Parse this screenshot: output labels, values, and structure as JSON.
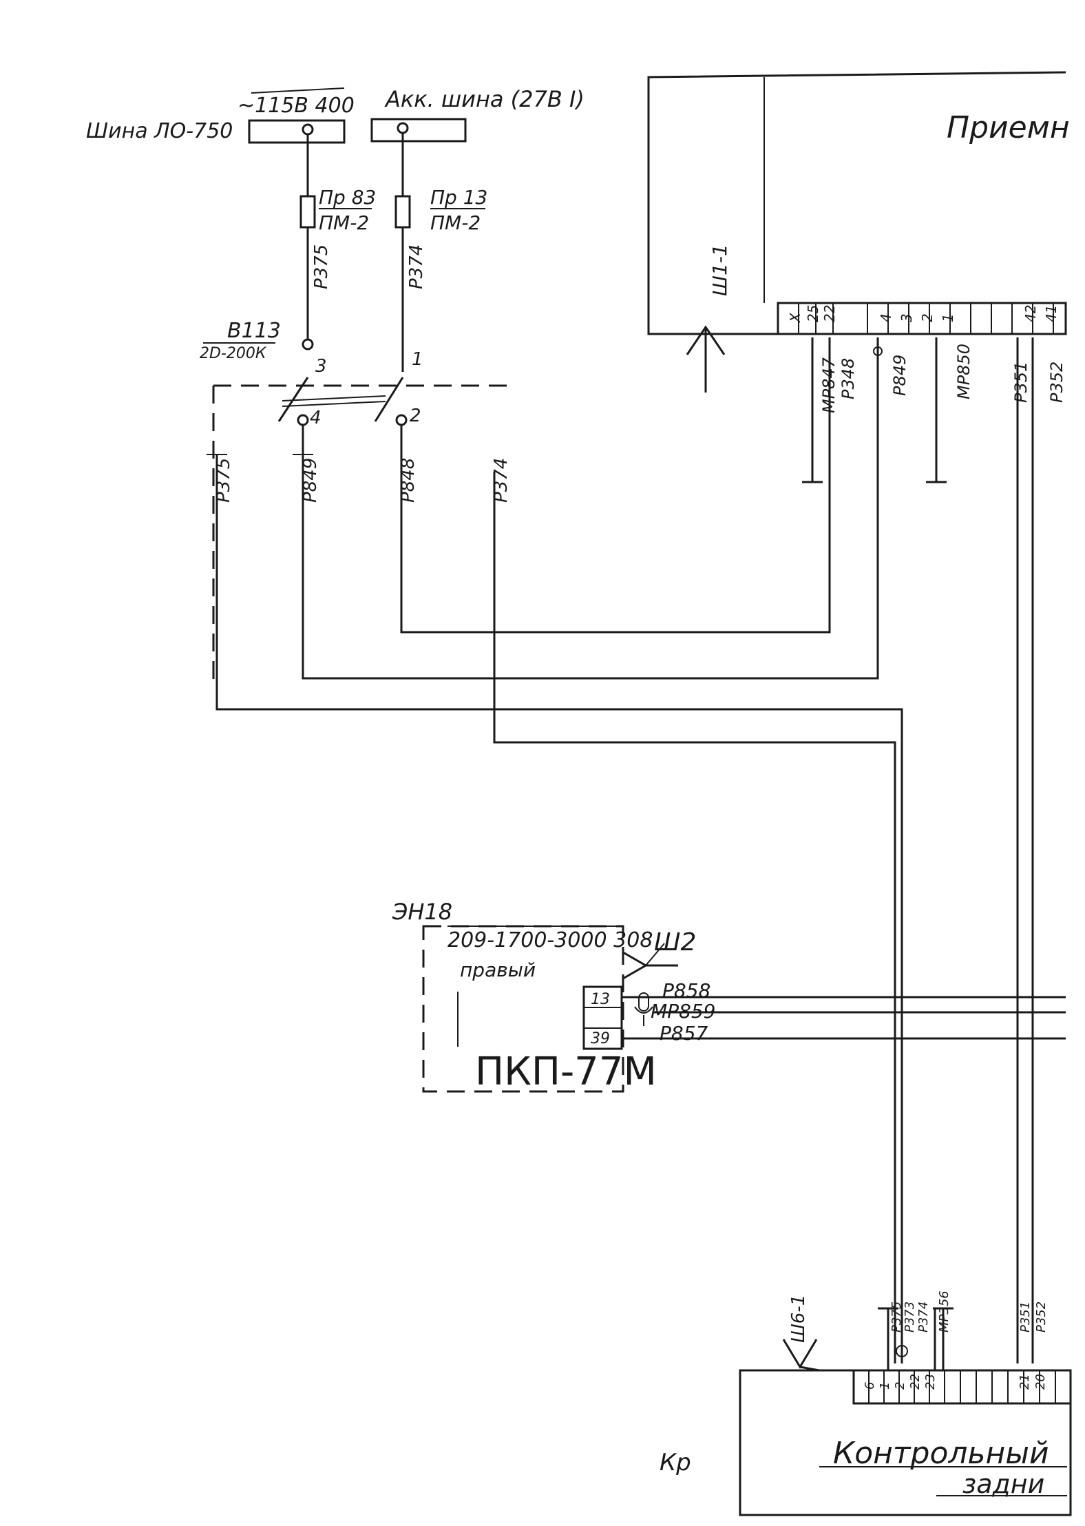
{
  "top": {
    "bus_label": "Шина ЛО-750",
    "bus_voltage": "~115В 400",
    "acc_bus": "Акк. шина (27В I)",
    "receiver_title": "Приемн",
    "fuse_left": {
      "top": "Пр 83",
      "bottom": "ПМ-2"
    },
    "fuse_right": {
      "top": "Пр 13",
      "bottom": "ПМ-2"
    },
    "switch": {
      "top": "В113",
      "bottom": "2D-200К"
    },
    "pin_labels": [
      "3",
      "1",
      "4",
      "2"
    ],
    "sh_label": "Ш1-1",
    "terminal_labels": [
      "Х",
      "25",
      "22",
      "4",
      "3",
      "2",
      "1",
      "42",
      "41"
    ],
    "wire_labels": [
      "Р375",
      "Р374",
      "Р375",
      "Р849",
      "Р848",
      "Р374",
      "МР847",
      "Р348",
      "Р849",
      "МР850",
      "Р351",
      "Р352"
    ]
  },
  "middle": {
    "device": "ЭН18",
    "part_no": "209-1700-3000 308",
    "side": "правый",
    "connector": "Ш2",
    "terminals": [
      "13",
      "39"
    ],
    "wires": [
      "Р858",
      "МР859",
      "Р857"
    ],
    "name": "ПКП-77М"
  },
  "bottom": {
    "sh_label": "Ш6-1",
    "kr": "Кр",
    "panel_line1": "Контрольный",
    "panel_line2": "задни",
    "terminal_labels": [
      "6",
      "1",
      "2",
      "22",
      "23",
      "21",
      "20"
    ],
    "wire_labels": [
      "Р375",
      "Р373",
      "Р374",
      "МР356",
      "Р351",
      "Р352"
    ]
  }
}
